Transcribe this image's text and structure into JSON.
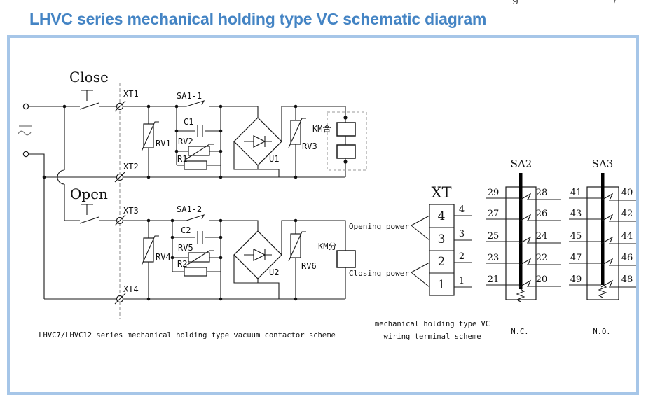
{
  "title": "LHVC series mechanical holding type VC schematic diagram",
  "corner_fragments": {
    "left": "g",
    "right": "/"
  },
  "colors": {
    "title_blue": "#4484c4",
    "frame_blue": "#a6c6e8",
    "line_black": "#1a1a1a"
  },
  "components": {
    "close": "Close",
    "open": "Open",
    "xt1": "XT1",
    "xt2": "XT2",
    "xt3": "XT3",
    "xt4": "XT4",
    "sa1_1": "SA1-1",
    "sa1_2": "SA1-2",
    "c1": "C1",
    "c2": "C2",
    "rv1": "RV1",
    "rv2": "RV2",
    "rv3": "RV3",
    "rv4": "RV4",
    "rv5": "RV5",
    "rv6": "RV6",
    "r1": "R1",
    "r2": "R2",
    "u1": "U1",
    "u2": "U2",
    "km_close": "KM合",
    "km_open": "KM分"
  },
  "xt_block": {
    "title": "XT",
    "cells": [
      "4",
      "3",
      "2",
      "1"
    ],
    "stub_labels": [
      "4",
      "3",
      "2",
      "1"
    ],
    "opening_label": "Opening power",
    "closing_label": "Closing power"
  },
  "sa2": {
    "title": "SA2",
    "left_numbers": [
      "29",
      "27",
      "25",
      "23",
      "21"
    ],
    "right_numbers": [
      "28",
      "26",
      "24",
      "22",
      "20"
    ],
    "caption": "N.C."
  },
  "sa3": {
    "title": "SA3",
    "left_numbers": [
      "41",
      "43",
      "45",
      "47",
      "49"
    ],
    "right_numbers": [
      "40",
      "42",
      "44",
      "46",
      "48"
    ],
    "caption": "N.O."
  },
  "captions": {
    "left": "LHVC7/LHVC12 series mechanical holding type vacuum contactor scheme",
    "middle_line1": "mechanical holding type VC",
    "middle_line2": "wiring terminal scheme"
  }
}
